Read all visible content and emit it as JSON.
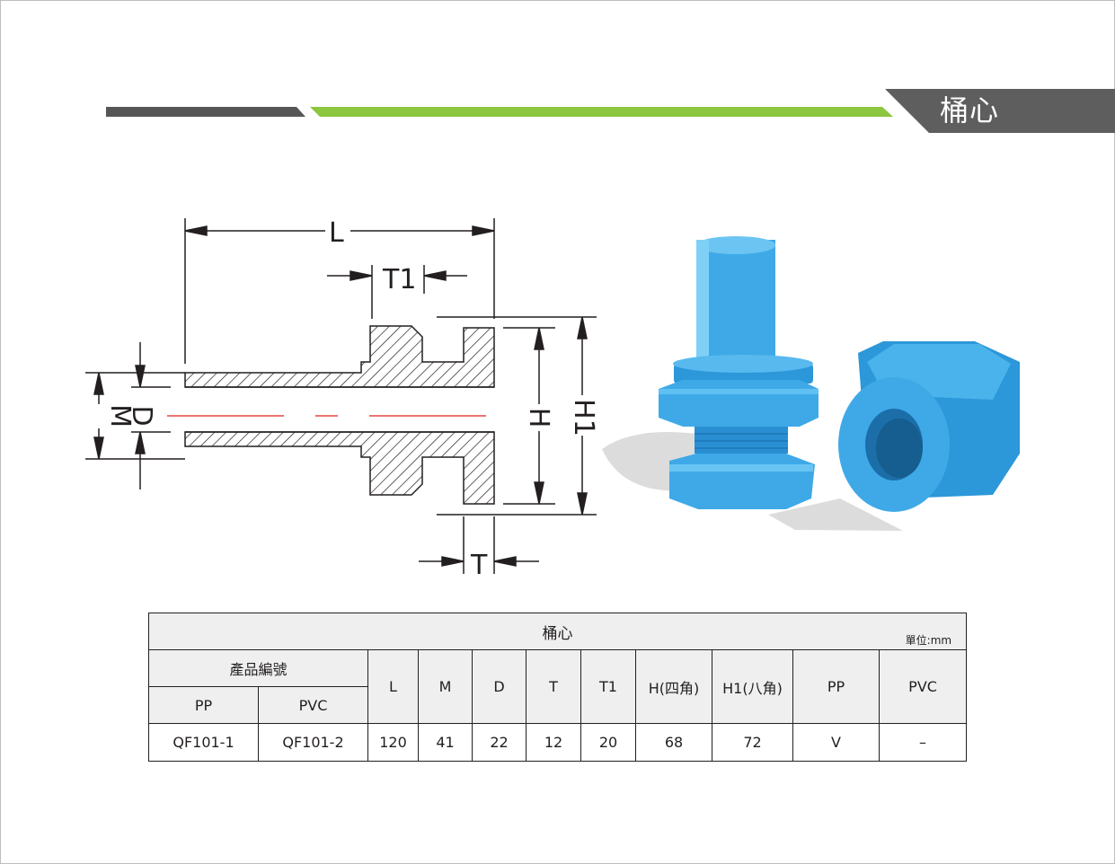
{
  "header": {
    "title": "桶心",
    "colors": {
      "dark_bar": "#565656",
      "green_bar": "#8dc63f",
      "title_bg": "#5e5e5e"
    }
  },
  "drawing": {
    "dimension_labels": [
      "L",
      "T1",
      "M",
      "D",
      "H",
      "H1",
      "T"
    ],
    "part_color": "#3fa9e8"
  },
  "table": {
    "caption": "桶心",
    "unit": "單位:mm",
    "product_no_header": "產品編號",
    "pp_header": "PP",
    "pvc_header": "PVC",
    "columns": [
      "L",
      "M",
      "D",
      "T",
      "T1",
      "H(四角)",
      "H1(八角)",
      "PP",
      "PVC"
    ],
    "rows": [
      {
        "pp_code": "QF101-1",
        "pvc_code": "QF101-2",
        "values": [
          "120",
          "41",
          "22",
          "12",
          "20",
          "68",
          "72",
          "V",
          "–"
        ]
      }
    ]
  }
}
